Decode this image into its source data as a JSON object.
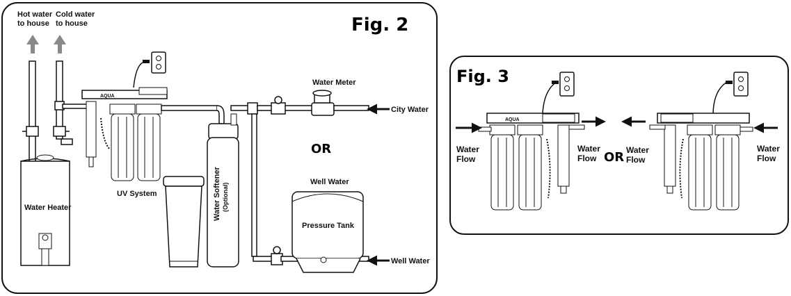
{
  "fig2": {
    "title": "Fig. 2",
    "hot_water_label": [
      "Hot water",
      "to house"
    ],
    "cold_water_label": [
      "Cold water",
      "to house"
    ],
    "water_heater_label": "Water Heater",
    "uv_system_label": "UV System",
    "water_softener_label": "Water Softener",
    "optional_label": "(Optional)",
    "water_meter_label": "Water Meter",
    "city_water_label": "City Water",
    "or_label": "OR",
    "well_water_title": "Well Water",
    "pressure_tank_label": "Pressure Tank",
    "well_water_inlet_label": "Well Water",
    "brand_mark": "AQUA"
  },
  "fig3": {
    "title": "Fig. 3",
    "left_in_label": [
      "Water",
      "Flow"
    ],
    "left_out_label": [
      "Water",
      "Flow"
    ],
    "or_label": "OR",
    "right_out_label": [
      "Water",
      "Flow"
    ],
    "right_in_label": [
      "Water",
      "Flow"
    ],
    "brand_mark": "AQUA"
  },
  "colors": {
    "line": "#111111",
    "arrow_gray": "#8a8a8a",
    "fill": "#ffffff"
  }
}
